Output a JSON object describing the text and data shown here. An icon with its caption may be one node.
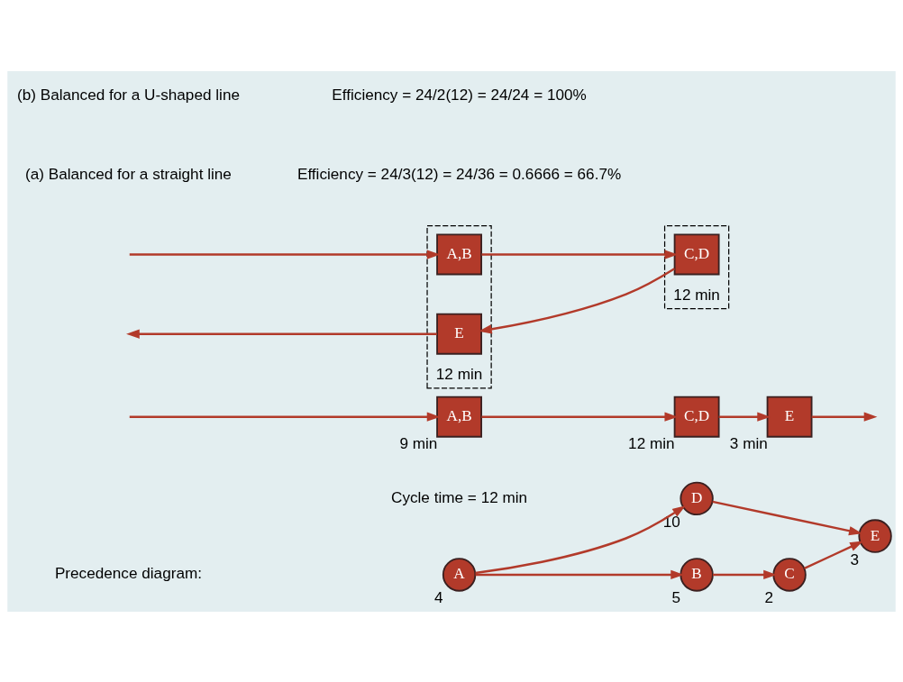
{
  "diagram": {
    "nodes": [
      {
        "text": [
          "A"
        ],
        "beside": [
          "4"
        ]
      },
      {
        "text": [
          "B"
        ],
        "beside": [
          "5"
        ]
      },
      {
        "text": [
          "C"
        ],
        "beside": [
          "2"
        ]
      },
      {
        "text": [
          "D"
        ],
        "beside": [
          "10"
        ]
      },
      {
        "text": [
          "E"
        ],
        "beside": [
          "3"
        ]
      },
      {
        "text": [
          "A,B"
        ],
        "beside": [
          "9 min"
        ]
      },
      {
        "text": [
          "C,D"
        ],
        "beside": [
          "12 min"
        ]
      },
      {
        "text": [
          "E"
        ],
        "beside": [
          "3 min"
        ]
      },
      {
        "text": [],
        "shape": "box",
        "beside": [
          "12 min"
        ]
      },
      {
        "text": [
          "A,B"
        ],
        "in": 8
      },
      {
        "text": [
          "E"
        ],
        "in": 8
      },
      {
        "text": [],
        "shape": "box",
        "beside": [
          "12 min"
        ]
      },
      {
        "text": [
          "C,D"
        ],
        "in": 11
      }
    ],
    "edges": [
      {
        "from": 0,
        "to": 1,
        "arrow": "to"
      },
      {
        "from": 1,
        "to": 2,
        "arrow": "to"
      },
      {
        "from": 0,
        "to": 3,
        "arrow": "to"
      },
      {
        "from": 2,
        "to": 4,
        "arrow": "to"
      },
      {
        "from": 3,
        "to": 4,
        "arrow": "to"
      },
      {
        "from": null,
        "to": 5,
        "arrow": "to"
      },
      {
        "from": 5,
        "to": 6,
        "arrow": "to"
      },
      {
        "from": 6,
        "to": 7,
        "arrow": "to"
      },
      {
        "from": 7,
        "to": null,
        "arrow": "to"
      },
      {
        "from": null,
        "to": 9,
        "arrow": "to"
      },
      {
        "from": 9,
        "to": 12,
        "arrow": "to"
      },
      {
        "from": 12,
        "to": 10,
        "arrow": "to"
      },
      {
        "from": 10,
        "to": null,
        "arrow": "to"
      }
    ],
    "labels": [
      "Precedence diagram:",
      "Cycle time = 12 min",
      "(a) Balanced for a straight line",
      "Efficiency = 24/3(12) = 24/36 = 0.6666 = 66.7%",
      "(b) Balanced for a U-shaped line",
      "Efficiency = 24/2(12) = 24/24 = 100%"
    ]
  }
}
